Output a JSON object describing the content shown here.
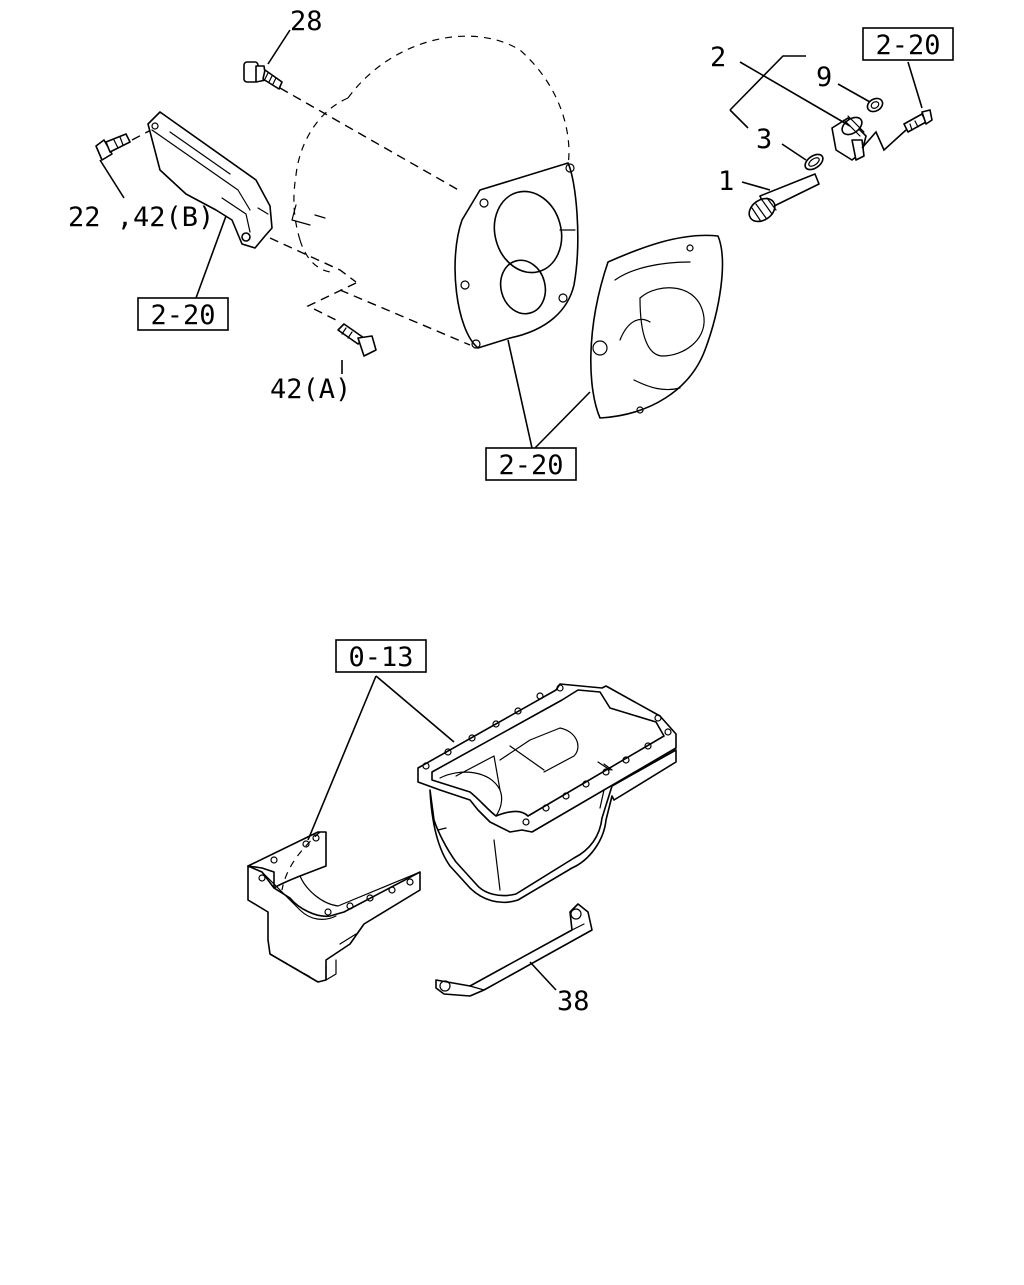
{
  "labels": {
    "part_28": "28",
    "part_2": "2",
    "part_9": "9",
    "part_3": "3",
    "part_1": "1",
    "part_22_42b": "22 ,42(B)",
    "part_42a": "42(A)",
    "part_38": "38"
  },
  "refs": {
    "ref_top_right": "2-20",
    "ref_left": "2-20",
    "ref_bottom_center": "2-20",
    "ref_oil_pan": "0-13"
  }
}
